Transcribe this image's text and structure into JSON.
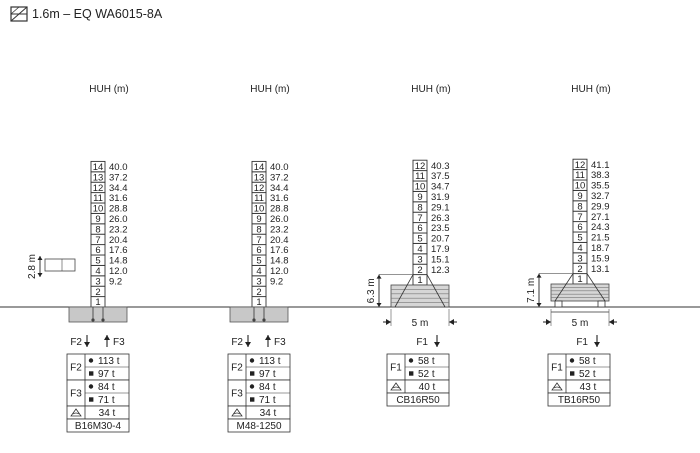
{
  "header": {
    "title": "1.6m – EQ  WA6015-8A",
    "icon": "mast-section-icon"
  },
  "columns": [
    {
      "id": "col1",
      "huh_label": "HUH (m)",
      "sections": 14,
      "heights": [
        "40.0",
        "37.2",
        "34.4",
        "31.6",
        "28.8",
        "26.0",
        "23.2",
        "20.4",
        "17.6",
        "14.8",
        "12.0",
        "9.2"
      ],
      "base_type": "embedded",
      "side_dim": "2.8 m",
      "force_labels": [
        "F2",
        "F3"
      ],
      "table": {
        "rows": [
          {
            "label": "F2",
            "values": [
              {
                "icon": "dot",
                "val": "113 t"
              },
              {
                "icon": "square",
                "val": "97 t"
              }
            ]
          },
          {
            "label": "F3",
            "values": [
              {
                "icon": "dot",
                "val": "84 t"
              },
              {
                "icon": "square",
                "val": "71 t"
              }
            ]
          }
        ],
        "wind_value": "34 t",
        "model": "B16M30-4"
      }
    },
    {
      "id": "col2",
      "huh_label": "HUH (m)",
      "sections": 14,
      "heights": [
        "40.0",
        "37.2",
        "34.4",
        "31.6",
        "28.8",
        "26.0",
        "23.2",
        "20.4",
        "17.6",
        "14.8",
        "12.0",
        "9.2"
      ],
      "base_type": "embedded",
      "side_dim": "",
      "force_labels": [
        "F2",
        "F3"
      ],
      "table": {
        "rows": [
          {
            "label": "F2",
            "values": [
              {
                "icon": "dot",
                "val": "113 t"
              },
              {
                "icon": "square",
                "val": "97 t"
              }
            ]
          },
          {
            "label": "F3",
            "values": [
              {
                "icon": "dot",
                "val": "84 t"
              },
              {
                "icon": "square",
                "val": "71 t"
              }
            ]
          }
        ],
        "wind_value": "34 t",
        "model": "M48-1250"
      }
    },
    {
      "id": "col3",
      "huh_label": "HUH (m)",
      "sections": 12,
      "heights": [
        "40.3",
        "37.5",
        "34.7",
        "31.9",
        "29.1",
        "26.3",
        "23.5",
        "20.7",
        "17.9",
        "15.1",
        "12.3"
      ],
      "base_type": "ballast",
      "side_dim": "6.3 m",
      "base_width": "5 m",
      "force_labels": [
        "F1"
      ],
      "table": {
        "rows": [
          {
            "label": "F1",
            "values": [
              {
                "icon": "dot",
                "val": "58 t"
              },
              {
                "icon": "square",
                "val": "52 t"
              }
            ]
          }
        ],
        "wind_value": "40 t",
        "model": "CB16R50"
      }
    },
    {
      "id": "col4",
      "huh_label": "HUH (m)",
      "sections": 12,
      "heights": [
        "41.1",
        "38.3",
        "35.5",
        "32.7",
        "29.9",
        "27.1",
        "24.3",
        "21.5",
        "18.7",
        "15.9",
        "13.1"
      ],
      "base_type": "travel",
      "side_dim": "7.1 m",
      "base_width": "5 m",
      "force_labels": [
        "F1"
      ],
      "table": {
        "rows": [
          {
            "label": "F1",
            "values": [
              {
                "icon": "dot",
                "val": "58 t"
              },
              {
                "icon": "square",
                "val": "52 t"
              }
            ]
          }
        ],
        "wind_value": "43 t",
        "model": "TB16R50"
      }
    }
  ]
}
